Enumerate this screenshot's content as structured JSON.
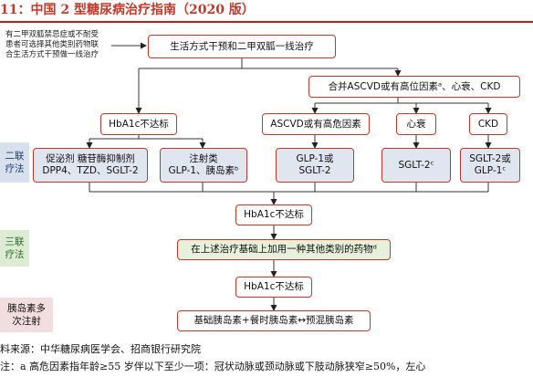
{
  "title": "11：中国 2 型糖尿病治疗指南（2020 版）",
  "top_note": [
    "有二甲双胍禁忌症或不耐受",
    "患者可选择其他类别药物联",
    "合生活方式干预做一线治疗"
  ],
  "boxes": {
    "first_line": "生活方式干预和二甲双胍一线治疗",
    "combined_conditions": "合并ASCVD或有高位因素ᵃ、心衰、CKD",
    "hba1c_1": "HbA1c不达标",
    "ascvd": "ASCVD或有高危因素",
    "heart_failure": "心衰",
    "ckd": "CKD",
    "oral_line1": "促泌剂 糖苷酶抑制剂",
    "oral_line2": "DPP4、TZD、SGLT-2",
    "inject_line1": "注射类",
    "inject_line2": "GLP-1、胰岛素ᵇ",
    "glp_line1": "GLP-1或",
    "glp_line2": "SGLT-2",
    "sglt2c": "SGLT-2ᶜ",
    "ckd_line1": "SGLT-2或",
    "ckd_line2": "GLP-1ᶜ",
    "hba1c_2": "HbA1c不达标",
    "triple": "在上述治疗基础上加用一种其他类别的药物ᵈ",
    "hba1c_3": "HbA1c不达标",
    "insulin": "基础胰岛素+餐时胰岛素↔预混胰岛素"
  },
  "side_labels": {
    "dual": [
      "二联",
      "疗法"
    ],
    "triple": [
      "三联",
      "疗法"
    ],
    "insulin": [
      "胰岛素多",
      "次注射"
    ]
  },
  "footer": {
    "source": "料来源：中华糖尿病医学会、招商银行研究院",
    "note": "注：a 高危因素指年龄≥55 岁伴以下至少一项：冠状动脉或颈动脉或下肢动脉狭窄≥50%，左心"
  },
  "colors": {
    "border": "#c0392b",
    "title": "#c0392b",
    "blue_fill": "#dfe6f0",
    "green_fill": "#e6f0da",
    "pink_fill": "#f2dede"
  }
}
